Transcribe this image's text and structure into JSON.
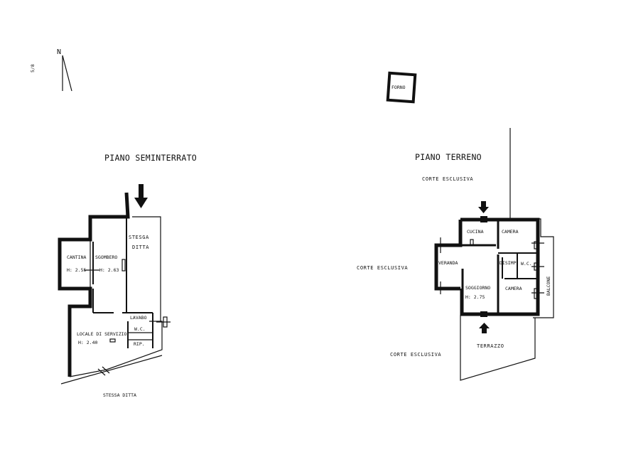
{
  "north_label": "N",
  "scale_note": "5/8",
  "basement": {
    "title": "PIANO SEMINTERRATO",
    "stessa_ditta_top_1": "STESGA",
    "stessa_ditta_top_2": "DITTA",
    "stessa_ditta_bottom": "STESSA DITTA",
    "cantina": "CANTINA",
    "cantina_h": "H: 2.55",
    "sgombero": "SGOMBERO",
    "sgombero_h": "H: 2.63",
    "locale": "LOCALE DI SERVIZIO",
    "locale_h": "H: 2.40",
    "lavabo": "LAVABO",
    "wc": "W.C.",
    "rip": "RIP."
  },
  "ground": {
    "title": "PIANO TERRENO",
    "forno": "FORNO",
    "corte_top": "CORTE ESCLUSIVA",
    "corte_left": "CORTE ESCLUSIVA",
    "corte_bottom": "CORTE ESCLUSIVA",
    "cucina": "CUCINA",
    "camera_top": "CAMERA",
    "veranda": "VERANDA",
    "disimp": "DISIMP.",
    "wc": "W.C.",
    "soggiorno": "SOGGIORNO",
    "soggiorno_h": "H: 2.75",
    "camera_bottom": "CAMERA",
    "balcone": "BALCONE",
    "terrazzo": "TERRAZZO"
  }
}
